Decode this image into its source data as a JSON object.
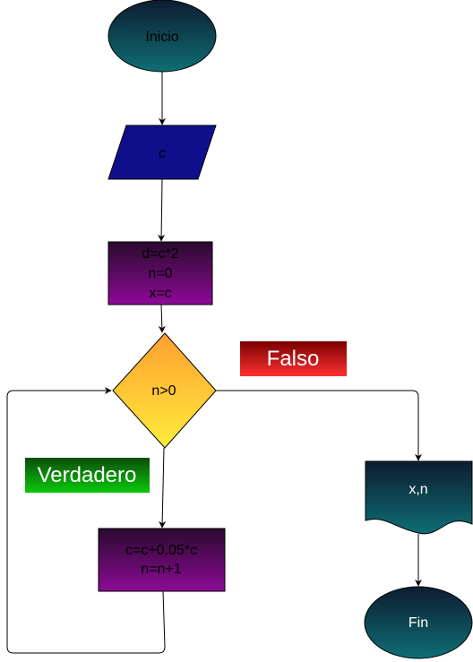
{
  "flowchart": {
    "start": {
      "text": "Inicio"
    },
    "input": {
      "text": "c"
    },
    "init": {
      "lines": [
        "d=c*2",
        "n=0",
        "x=c"
      ]
    },
    "decision": {
      "text": "n>0"
    },
    "loop_body": {
      "lines": [
        "c=c+0.05*c",
        "n=n+1"
      ]
    },
    "output": {
      "text": "x,n"
    },
    "end": {
      "text": "Fin"
    },
    "false_label": {
      "text": "Falso"
    },
    "true_label": {
      "text": "Verdadero"
    }
  },
  "colors": {
    "dark_teal_top": "#0d1c30",
    "dark_teal_bottom": "#0e6e74",
    "input_fill": "#0f0f8c",
    "process_top": "#2a0a2e",
    "process_bottom": "#8c0a96",
    "decision_top": "#ff9f30",
    "decision_bottom": "#ffec3c",
    "false_top": "#7a0000",
    "false_bottom": "#ff3030",
    "true_top": "#0b4d0b",
    "true_bottom": "#0bc80b",
    "line": "#000000"
  }
}
